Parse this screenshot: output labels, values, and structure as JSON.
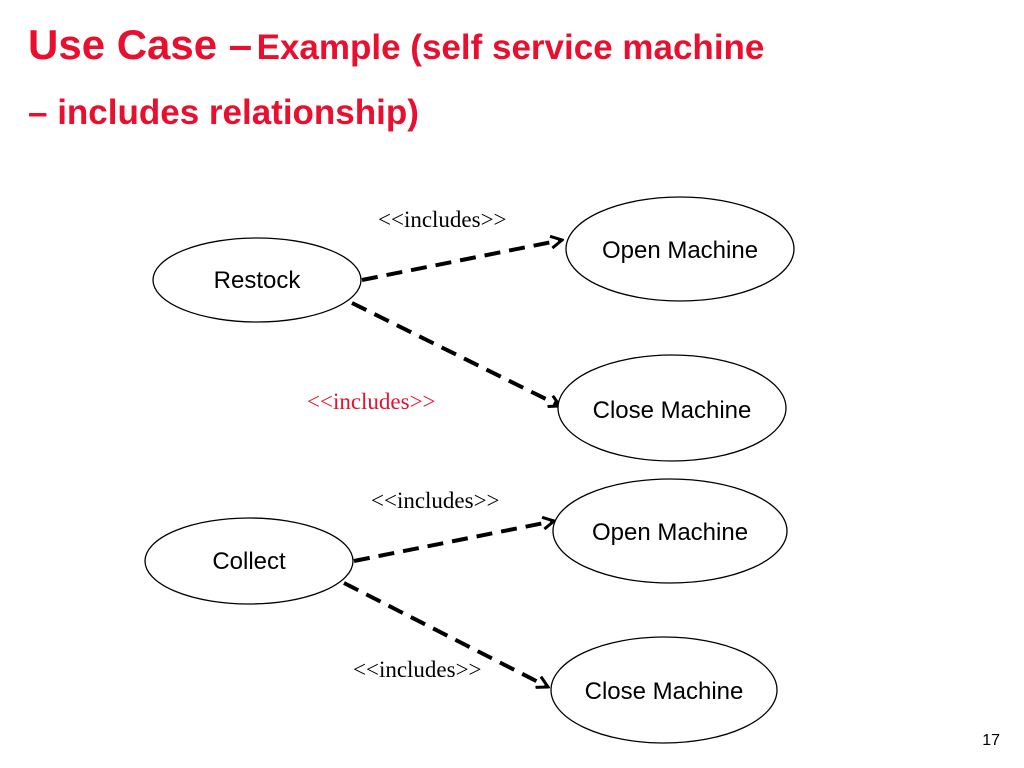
{
  "title": {
    "line1_big": "Use Case –",
    "line1_small": "Example (self service machine",
    "line2": "– includes relationship)"
  },
  "diagram": {
    "use_cases": {
      "restock": "Restock",
      "open_machine_1": "Open Machine",
      "close_machine_1": "Close Machine",
      "collect": "Collect",
      "open_machine_2": "Open Machine",
      "close_machine_2": "Close Machine"
    },
    "relationships": {
      "restock_open": "<<includes>>",
      "restock_close": "<<includes>>",
      "collect_open": "<<includes>>",
      "collect_close": "<<includes>>"
    },
    "highlight_color": "#e8102e"
  },
  "page_number": "17"
}
